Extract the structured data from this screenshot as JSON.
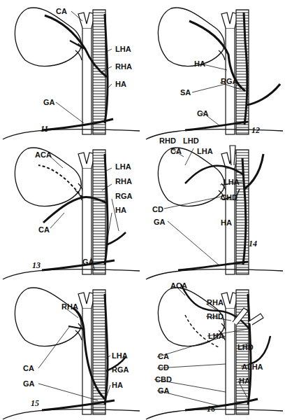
{
  "diagram": {
    "labels": [
      "CA",
      "LHA",
      "RHA",
      "HA",
      "GA",
      "11",
      "HA",
      "RGA",
      "SA",
      "GA",
      "12",
      "ACA",
      "LHA",
      "RHA",
      "RGA",
      "HA",
      "CA",
      "GA",
      "13",
      "RHD",
      "LHD",
      "CA",
      "LHA",
      "LHA",
      "CHD",
      "CD",
      "HA",
      "GA",
      "14",
      "RHA",
      "LHA",
      "RGA",
      "CA",
      "GA",
      "HA",
      "15",
      "ACA",
      "RHA",
      "RHD",
      "LHA",
      "LHD",
      "CA",
      "CD",
      "ALHA",
      "CBD",
      "HA",
      "GA",
      "16"
    ]
  }
}
